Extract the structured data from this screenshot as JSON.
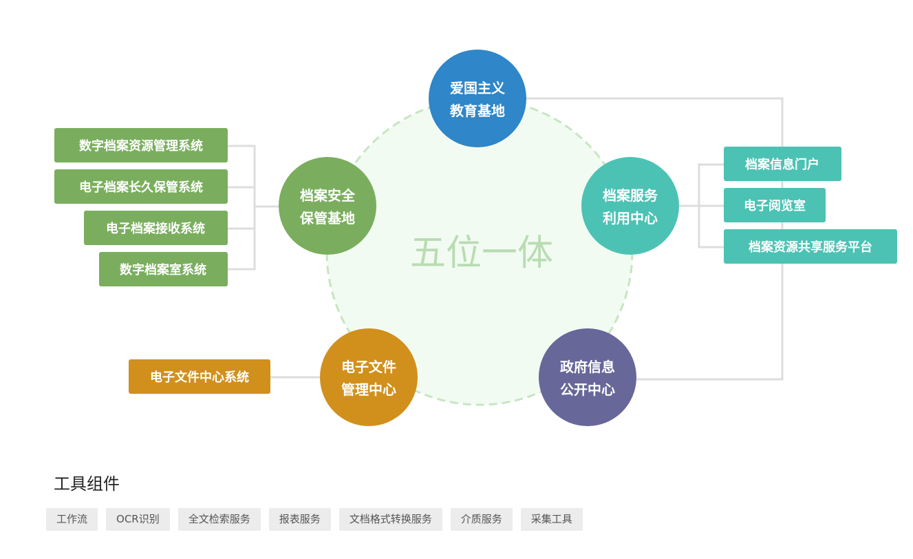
{
  "diagram": {
    "center": "五位一体",
    "hubs": {
      "patriotic": [
        "爱国主义",
        "教育基地"
      ],
      "security": [
        "档案安全",
        "保管基地"
      ],
      "service": [
        "档案服务",
        "利用中心"
      ],
      "efile": [
        "电子文件",
        "管理中心"
      ],
      "gov": [
        "政府信息",
        "公开中心"
      ]
    },
    "security_systems": [
      "数字档案资源管理系统",
      "电子档案长久保管系统",
      "电子档案接收系统",
      "数字档案室系统"
    ],
    "service_systems": [
      "档案信息门户",
      "电子阅览室",
      "档案资源共享服务平台"
    ],
    "efile_systems": [
      "电子文件中心系统"
    ],
    "colors": {
      "blue": "#2f86c8",
      "green": "#7aae5e",
      "teal": "#4cc2b4",
      "orange": "#d1901c",
      "purple": "#67679a",
      "ring_fill": "#f2fbf1",
      "ring_stroke": "#c6e6c1",
      "connector": "#dddddd"
    }
  },
  "tools_section": {
    "title": "工具组件",
    "items": [
      "工作流",
      "OCR识别",
      "全文检索服务",
      "报表服务",
      "文档格式转换服务",
      "介质服务",
      "采集工具"
    ]
  }
}
